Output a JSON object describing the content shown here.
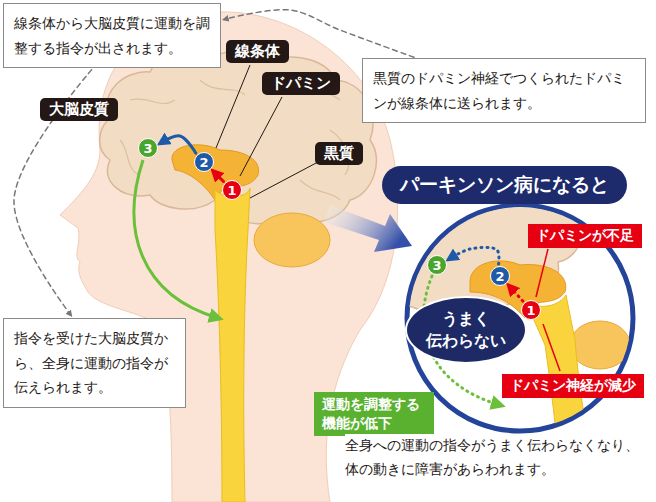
{
  "diagram": {
    "caption": "全身への運動の指令がうまく伝わらなくなり、 体の動きに障害があらわれます。",
    "nodes": [
      {
        "text": [
          "線条体から大脳皮質に運動を調整する指令が出されます。"
        ]
      },
      {
        "text": [
          "線条体"
        ]
      },
      {
        "text": [
          "ドパミン"
        ]
      },
      {
        "text": [
          "黒質のドパミン神経でつくられたドパミンが線条体に送られます。"
        ]
      },
      {
        "text": [
          "大脳皮質"
        ]
      },
      {
        "text": [
          "3"
        ]
      },
      {
        "text": [
          "2"
        ]
      },
      {
        "text": [
          "黒質"
        ]
      },
      {
        "text": [
          "1"
        ]
      },
      {
        "text": [
          "パーキンソン病になると"
        ]
      },
      {
        "text": [
          "ドパミンが不足"
        ]
      },
      {
        "text": [
          "3"
        ]
      },
      {
        "text": [
          "2"
        ]
      },
      {
        "text": [
          "うまく 伝わらない"
        ]
      },
      {
        "text": [
          "1"
        ]
      },
      {
        "text": [
          "ドパミン神経が減少"
        ]
      },
      {
        "text": [
          "運動を調整する 機能が低下"
        ]
      },
      {
        "text": [
          "指令を受けた大脳皮質から、全身に運動の指令が伝えられます。"
        ]
      }
    ],
    "edges": [
      {
        "from": 8,
        "to": 6,
        "arrow": "to"
      },
      {
        "from": 6,
        "to": 5,
        "arrow": "to"
      },
      {
        "from": 14,
        "to": 12,
        "arrow": "to"
      },
      {
        "from": 12,
        "to": 11,
        "arrow": "to"
      },
      {
        "from": 3,
        "to": 0,
        "arrow": "to"
      },
      {
        "from": 0,
        "to": 17,
        "arrow": "to"
      }
    ]
  }
}
